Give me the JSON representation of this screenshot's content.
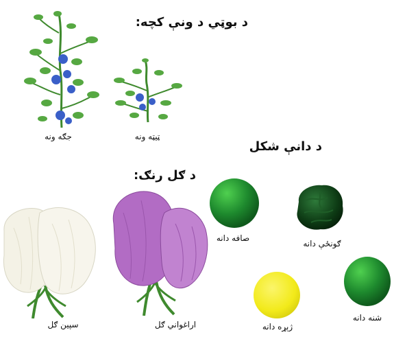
{
  "plant_height": {
    "title": "د بوټي د ونې کچه:",
    "tall_label": "جګه ونه",
    "short_label": "ټيټه ونه"
  },
  "seed_shape": {
    "title": "د دانې شکل",
    "smooth_label": "صافه دانه",
    "wrinkled_label": "ګونځې دانه"
  },
  "flower_color": {
    "title": "د ګل رنګ:",
    "white_label": "سپين ګل",
    "purple_label": "اراغواني ګل"
  },
  "seed_color": {
    "yellow_label": "ژېړه دانه",
    "green_label": "شنه دانه"
  },
  "colors": {
    "leaf_green": "#4a9a3a",
    "flower_blue": "#3a5fc8",
    "pea_green": "#1e8a2e",
    "pea_dark": "#0d3a14",
    "pea_yellow": "#f2ea1a",
    "petal_white": "#f4f2e6",
    "petal_purple": "#b26cc4"
  }
}
